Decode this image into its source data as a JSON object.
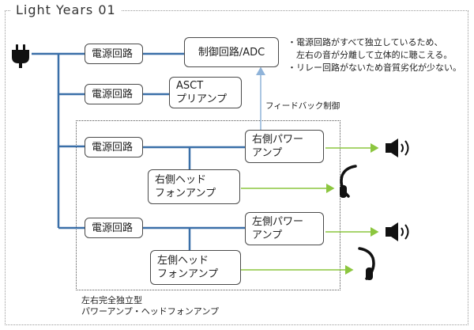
{
  "title": "Light Years 01",
  "blocks": {
    "power1": "電源回路",
    "control": "制御回路/ADC",
    "power2": "電源回路",
    "asct": "ASCT\nプリアンプ",
    "power3": "電源回路",
    "right_power_amp": "右側パワー\nアンプ",
    "right_headphone_amp": "右側ヘッド\nフォンアンプ",
    "power4": "電源回路",
    "left_power_amp": "左側パワー\nアンプ",
    "left_headphone_amp": "左側ヘッド\nフォンアンプ"
  },
  "notes": [
    "・電源回路がすべて独立しているため、",
    "　左右の音が分離して立体的に聴こえる。",
    "・リレー回路がないため音質劣化が少ない。"
  ],
  "feedback_label": "フィードバック制御",
  "caption": "左右完全独立型\nパワーアンプ・ヘッドフォンアンプ",
  "icons": [
    "power-plug-icon",
    "speaker-icon",
    "headphone-icon"
  ],
  "colors": {
    "wire": "#3a6fa8",
    "arrow": "#8cc63f",
    "feedback": "#8fb3d9",
    "border": "#4a4a4a"
  }
}
